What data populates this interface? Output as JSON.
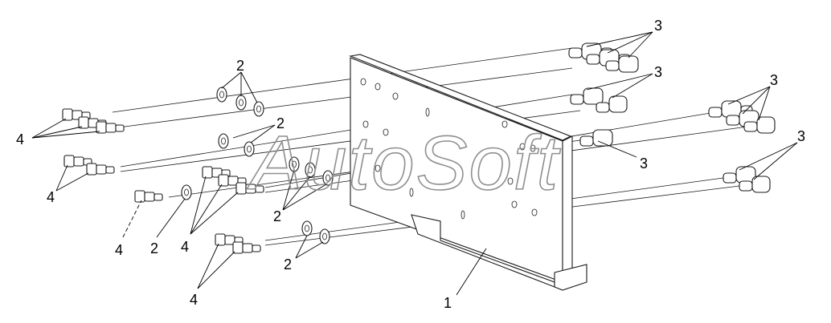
{
  "diagram": {
    "watermark": "AutoSoft",
    "callouts": [
      "1",
      "2",
      "3",
      "4"
    ]
  }
}
